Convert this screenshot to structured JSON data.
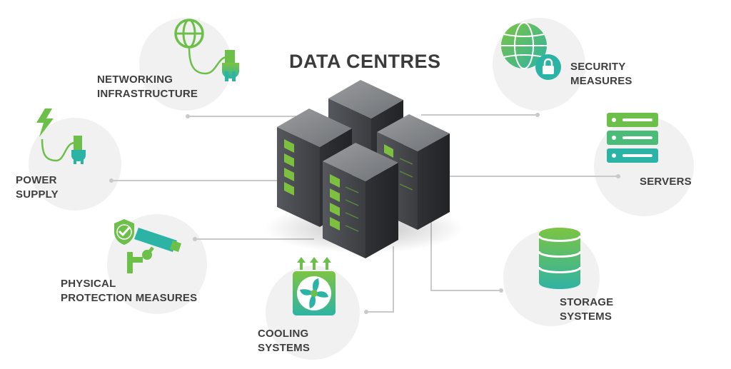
{
  "title": "DATA CENTRES",
  "nodes": {
    "networking": {
      "line1": "NETWORKING",
      "line2": "INFRASTRUCTURE",
      "icon": "globe-plug-icon"
    },
    "power": {
      "line1": "POWER",
      "line2": "SUPPLY",
      "icon": "lightning-plug-icon"
    },
    "physical": {
      "line1": "PHYSICAL",
      "line2": "PROTECTION MEASURES",
      "icon": "shield-camera-icon"
    },
    "cooling": {
      "line1": "COOLING",
      "line2": "SYSTEMS",
      "icon": "fan-icon"
    },
    "security": {
      "line1": "SECURITY",
      "line2": "MEASURES",
      "icon": "globe-lock-icon"
    },
    "servers": {
      "line1": "SERVERS",
      "icon": "server-rack-icon"
    },
    "storage": {
      "line1": "STORAGE",
      "line2": "SYSTEMS",
      "icon": "database-icon"
    }
  },
  "colors": {
    "green": "#6cc04a",
    "teal": "#2bb3a6",
    "circle": "#f1f1f1",
    "line": "#c9c9c9",
    "text": "#3e3e3e"
  }
}
